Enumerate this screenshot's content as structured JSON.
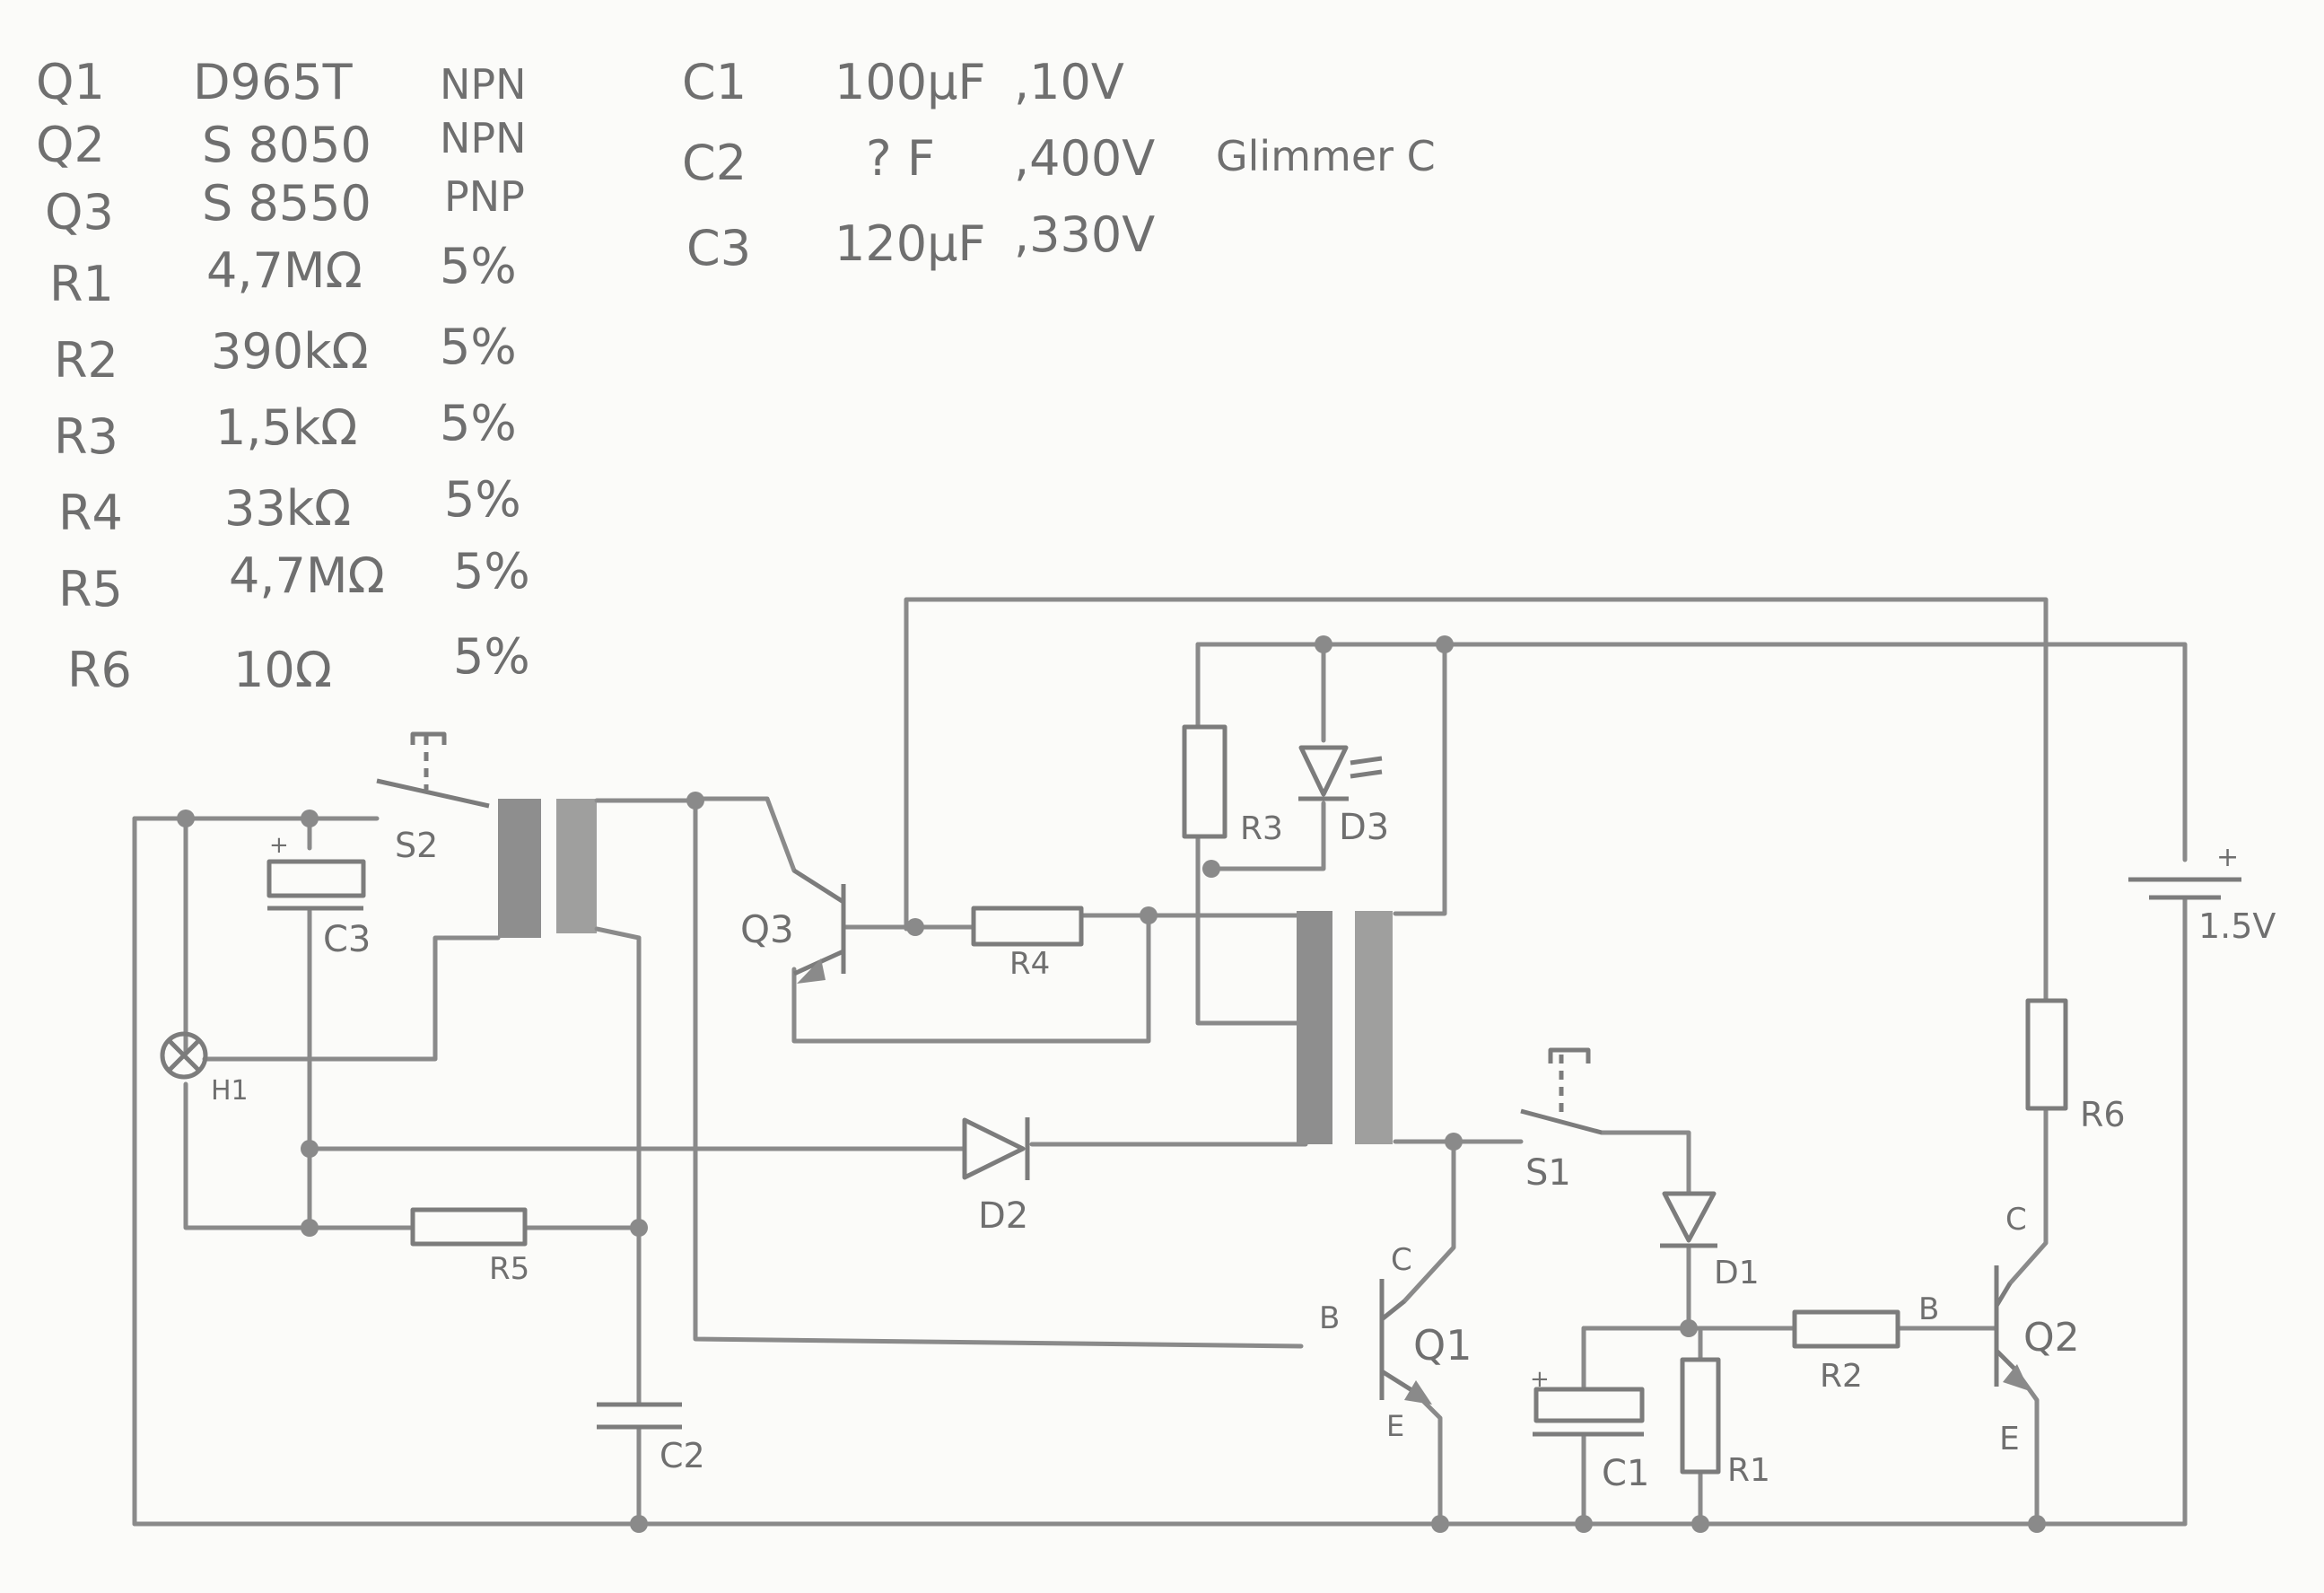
{
  "parts_list": {
    "transistors": [
      {
        "ref": "Q1",
        "type": "D965T",
        "polarity": "NPN"
      },
      {
        "ref": "Q2",
        "type": "S 8050",
        "polarity": "NPN"
      },
      {
        "ref": "Q3",
        "type": "S 8550",
        "polarity": "PNP"
      }
    ],
    "resistors": [
      {
        "ref": "R1",
        "value": "4,7MΩ",
        "tol": "5%"
      },
      {
        "ref": "R2",
        "value": "390kΩ",
        "tol": "5%"
      },
      {
        "ref": "R3",
        "value": "1,5kΩ",
        "tol": "5%"
      },
      {
        "ref": "R4",
        "value": "33kΩ",
        "tol": "5%"
      },
      {
        "ref": "R5",
        "value": "4,7MΩ",
        "tol": "5%"
      },
      {
        "ref": "R6",
        "value": "10Ω",
        "tol": "5%"
      }
    ],
    "capacitors": [
      {
        "ref": "C1",
        "value": "100µF",
        "voltage": ",10V",
        "note": ""
      },
      {
        "ref": "C2",
        "value": "? F",
        "voltage": ",400V",
        "note": "Glimmer C"
      },
      {
        "ref": "C3",
        "value": "120µF",
        "voltage": ",330V",
        "note": ""
      }
    ]
  },
  "labels": {
    "q1": "Q1",
    "q2": "Q2",
    "q3": "Q3",
    "r1": "R1",
    "r2": "R2",
    "r3": "R3",
    "r4": "R4",
    "r5": "R5",
    "r6": "R6",
    "c1": "C1",
    "c2": "C2",
    "c3": "C3",
    "d1": "D1",
    "d2": "D2",
    "d3": "D3",
    "s1": "S1",
    "s2": "S2",
    "h1": "H1",
    "battery": "1.5V",
    "plus": "+",
    "pin_b": "B",
    "pin_c": "C",
    "pin_e": "E"
  },
  "colors": {
    "pencil": "#8a8a8a",
    "paper": "#fbfbf9"
  }
}
